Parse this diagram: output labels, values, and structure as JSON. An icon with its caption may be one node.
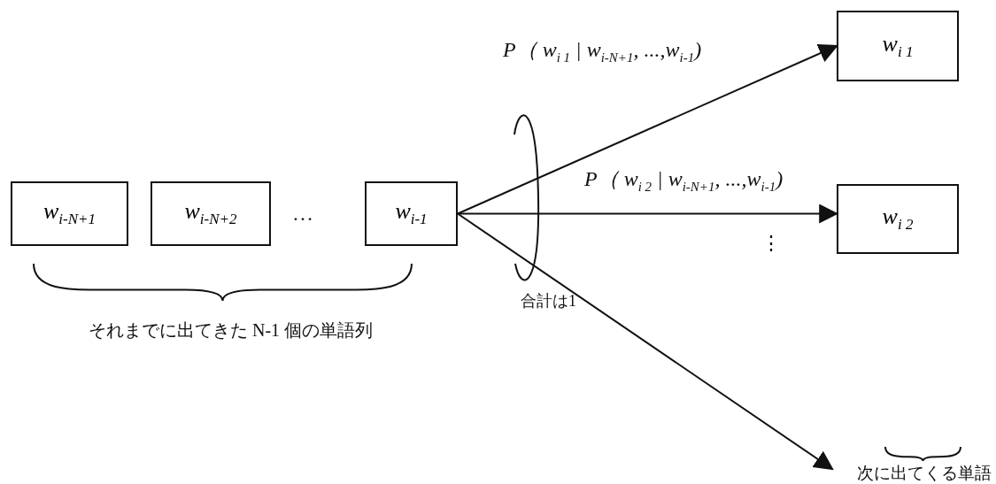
{
  "diagram": {
    "nodes": [
      {
        "text": [
          "w$_{i-N+1}$"
        ]
      },
      {
        "text": [
          "w$_{i-N+2}$"
        ]
      },
      {
        "text": [
          "w$_{i-1}$"
        ]
      },
      {
        "text": [
          "w$_{i 1}$"
        ]
      },
      {
        "text": [
          "w$_{i 2}$"
        ]
      }
    ],
    "edges": [
      {
        "from": 2,
        "to": 3,
        "arrow": "to",
        "label": "P（ w$_{i 1}$ | w$_{i-N+1}$, ...,w$_{i-1}$)"
      },
      {
        "from": 2,
        "to": 4,
        "arrow": "to",
        "label": "P（ w$_{i 2}$ | w$_{i-N+1}$, ...,w$_{i-1}$)"
      },
      {
        "from": 2,
        "to": null,
        "arrow": "to"
      }
    ],
    "labels": [
      "…",
      "⋮",
      "合計は1",
      "それまでに出てきた N-1 個の単語列",
      "次に出てくる単語"
    ]
  }
}
